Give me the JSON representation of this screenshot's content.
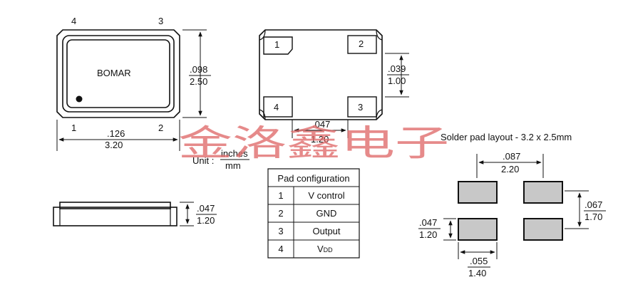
{
  "top_view": {
    "pin_labels": [
      "4",
      "3",
      "1",
      "2"
    ],
    "brand": "BOMAR",
    "height_dim": {
      "inches": ".098",
      "mm": "2.50"
    },
    "width_dim": {
      "inches": ".126",
      "mm": "3.20"
    }
  },
  "bottom_view": {
    "pad_labels": [
      "1",
      "2",
      "4",
      "3"
    ],
    "pad_height_dim": {
      "inches": ".039",
      "mm": "1.00"
    },
    "pad_spacing_dim": {
      "inches": ".047",
      "mm": "1.20"
    }
  },
  "unit_legend": {
    "prefix": "Unit :",
    "top": "inches",
    "bottom": "mm"
  },
  "side_view": {
    "height_dim": {
      "inches": ".047",
      "mm": "1.20"
    }
  },
  "pad_table": {
    "header": "Pad configuration",
    "rows": [
      {
        "num": "1",
        "name": "V control"
      },
      {
        "num": "2",
        "name": "GND"
      },
      {
        "num": "3",
        "name": "Output"
      },
      {
        "num": "4",
        "name": "V",
        "sub": "DD"
      }
    ]
  },
  "solder_layout": {
    "title": "Solder pad layout - 3.2 x 2.5mm",
    "top_dim": {
      "inches": ".087",
      "mm": "2.20"
    },
    "right_dim": {
      "inches": ".067",
      "mm": "1.70"
    },
    "left_dim": {
      "inches": ".047",
      "mm": "1.20"
    },
    "bottom_dim": {
      "inches": ".055",
      "mm": "1.40"
    }
  },
  "watermark": "金洛鑫电子",
  "colors": {
    "pad_fill": "#c8c8c8",
    "watermark": "#e06a6a"
  }
}
